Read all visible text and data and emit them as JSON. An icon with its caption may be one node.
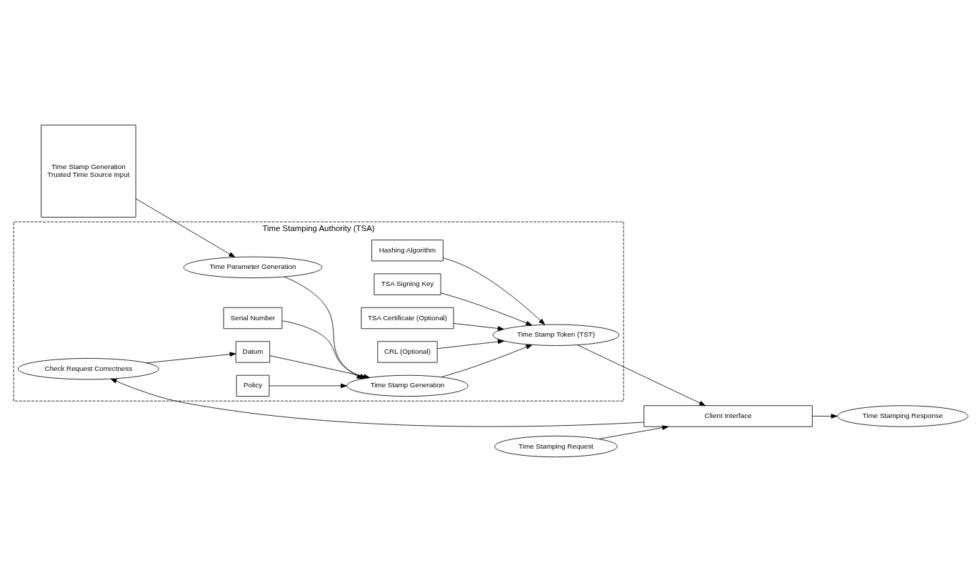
{
  "diagram": {
    "nodes": [
      {
        "text": [
          "Time Stamping Authority (TSA)"
        ]
      },
      {
        "text": [
          "Time Stamp Generation",
          "Trusted Time Source Input"
        ]
      },
      {
        "text": [
          "Time Parameter Generation"
        ],
        "in": 0
      },
      {
        "text": [
          "Time Stamp Generation"
        ],
        "in": 0
      },
      {
        "text": [
          "Time Stamp Token (TST)"
        ],
        "in": 0
      },
      {
        "text": [
          "Hashing Algorithm"
        ],
        "in": 0
      },
      {
        "text": [
          "TSA Signing Key"
        ],
        "in": 0
      },
      {
        "text": [
          "TSA Certificate (Optional)"
        ],
        "in": 0
      },
      {
        "text": [
          "CRL (Optional)"
        ],
        "in": 0
      },
      {
        "text": [
          "Serial Number"
        ],
        "in": 0
      },
      {
        "text": [
          "Check Request Correctness"
        ],
        "in": 0
      },
      {
        "text": [
          "Datum"
        ],
        "in": 0
      },
      {
        "text": [
          "Policy"
        ],
        "in": 0
      },
      {
        "text": [
          "Client Interface"
        ]
      },
      {
        "text": [
          "Time Stamping Request"
        ]
      },
      {
        "text": [
          "Time Stamping Response"
        ]
      }
    ],
    "edges": [
      {
        "from": 1,
        "to": 2,
        "arrow": "to"
      },
      {
        "from": 2,
        "to": 3,
        "arrow": "to"
      },
      {
        "from": 9,
        "to": 3,
        "arrow": "to"
      },
      {
        "from": 11,
        "to": 3,
        "arrow": "to"
      },
      {
        "from": 12,
        "to": 3,
        "arrow": "to"
      },
      {
        "from": 3,
        "to": 4,
        "arrow": "to"
      },
      {
        "from": 5,
        "to": 4,
        "arrow": "to"
      },
      {
        "from": 6,
        "to": 4,
        "arrow": "to"
      },
      {
        "from": 7,
        "to": 4,
        "arrow": "to"
      },
      {
        "from": 8,
        "to": 4,
        "arrow": "to"
      },
      {
        "from": 4,
        "to": 13,
        "arrow": "to"
      },
      {
        "from": 10,
        "to": 11,
        "arrow": "to"
      },
      {
        "from": 13,
        "to": 10,
        "arrow": "to"
      },
      {
        "from": 14,
        "to": 13,
        "arrow": "to"
      },
      {
        "from": 13,
        "to": 15,
        "arrow": "to"
      }
    ]
  }
}
